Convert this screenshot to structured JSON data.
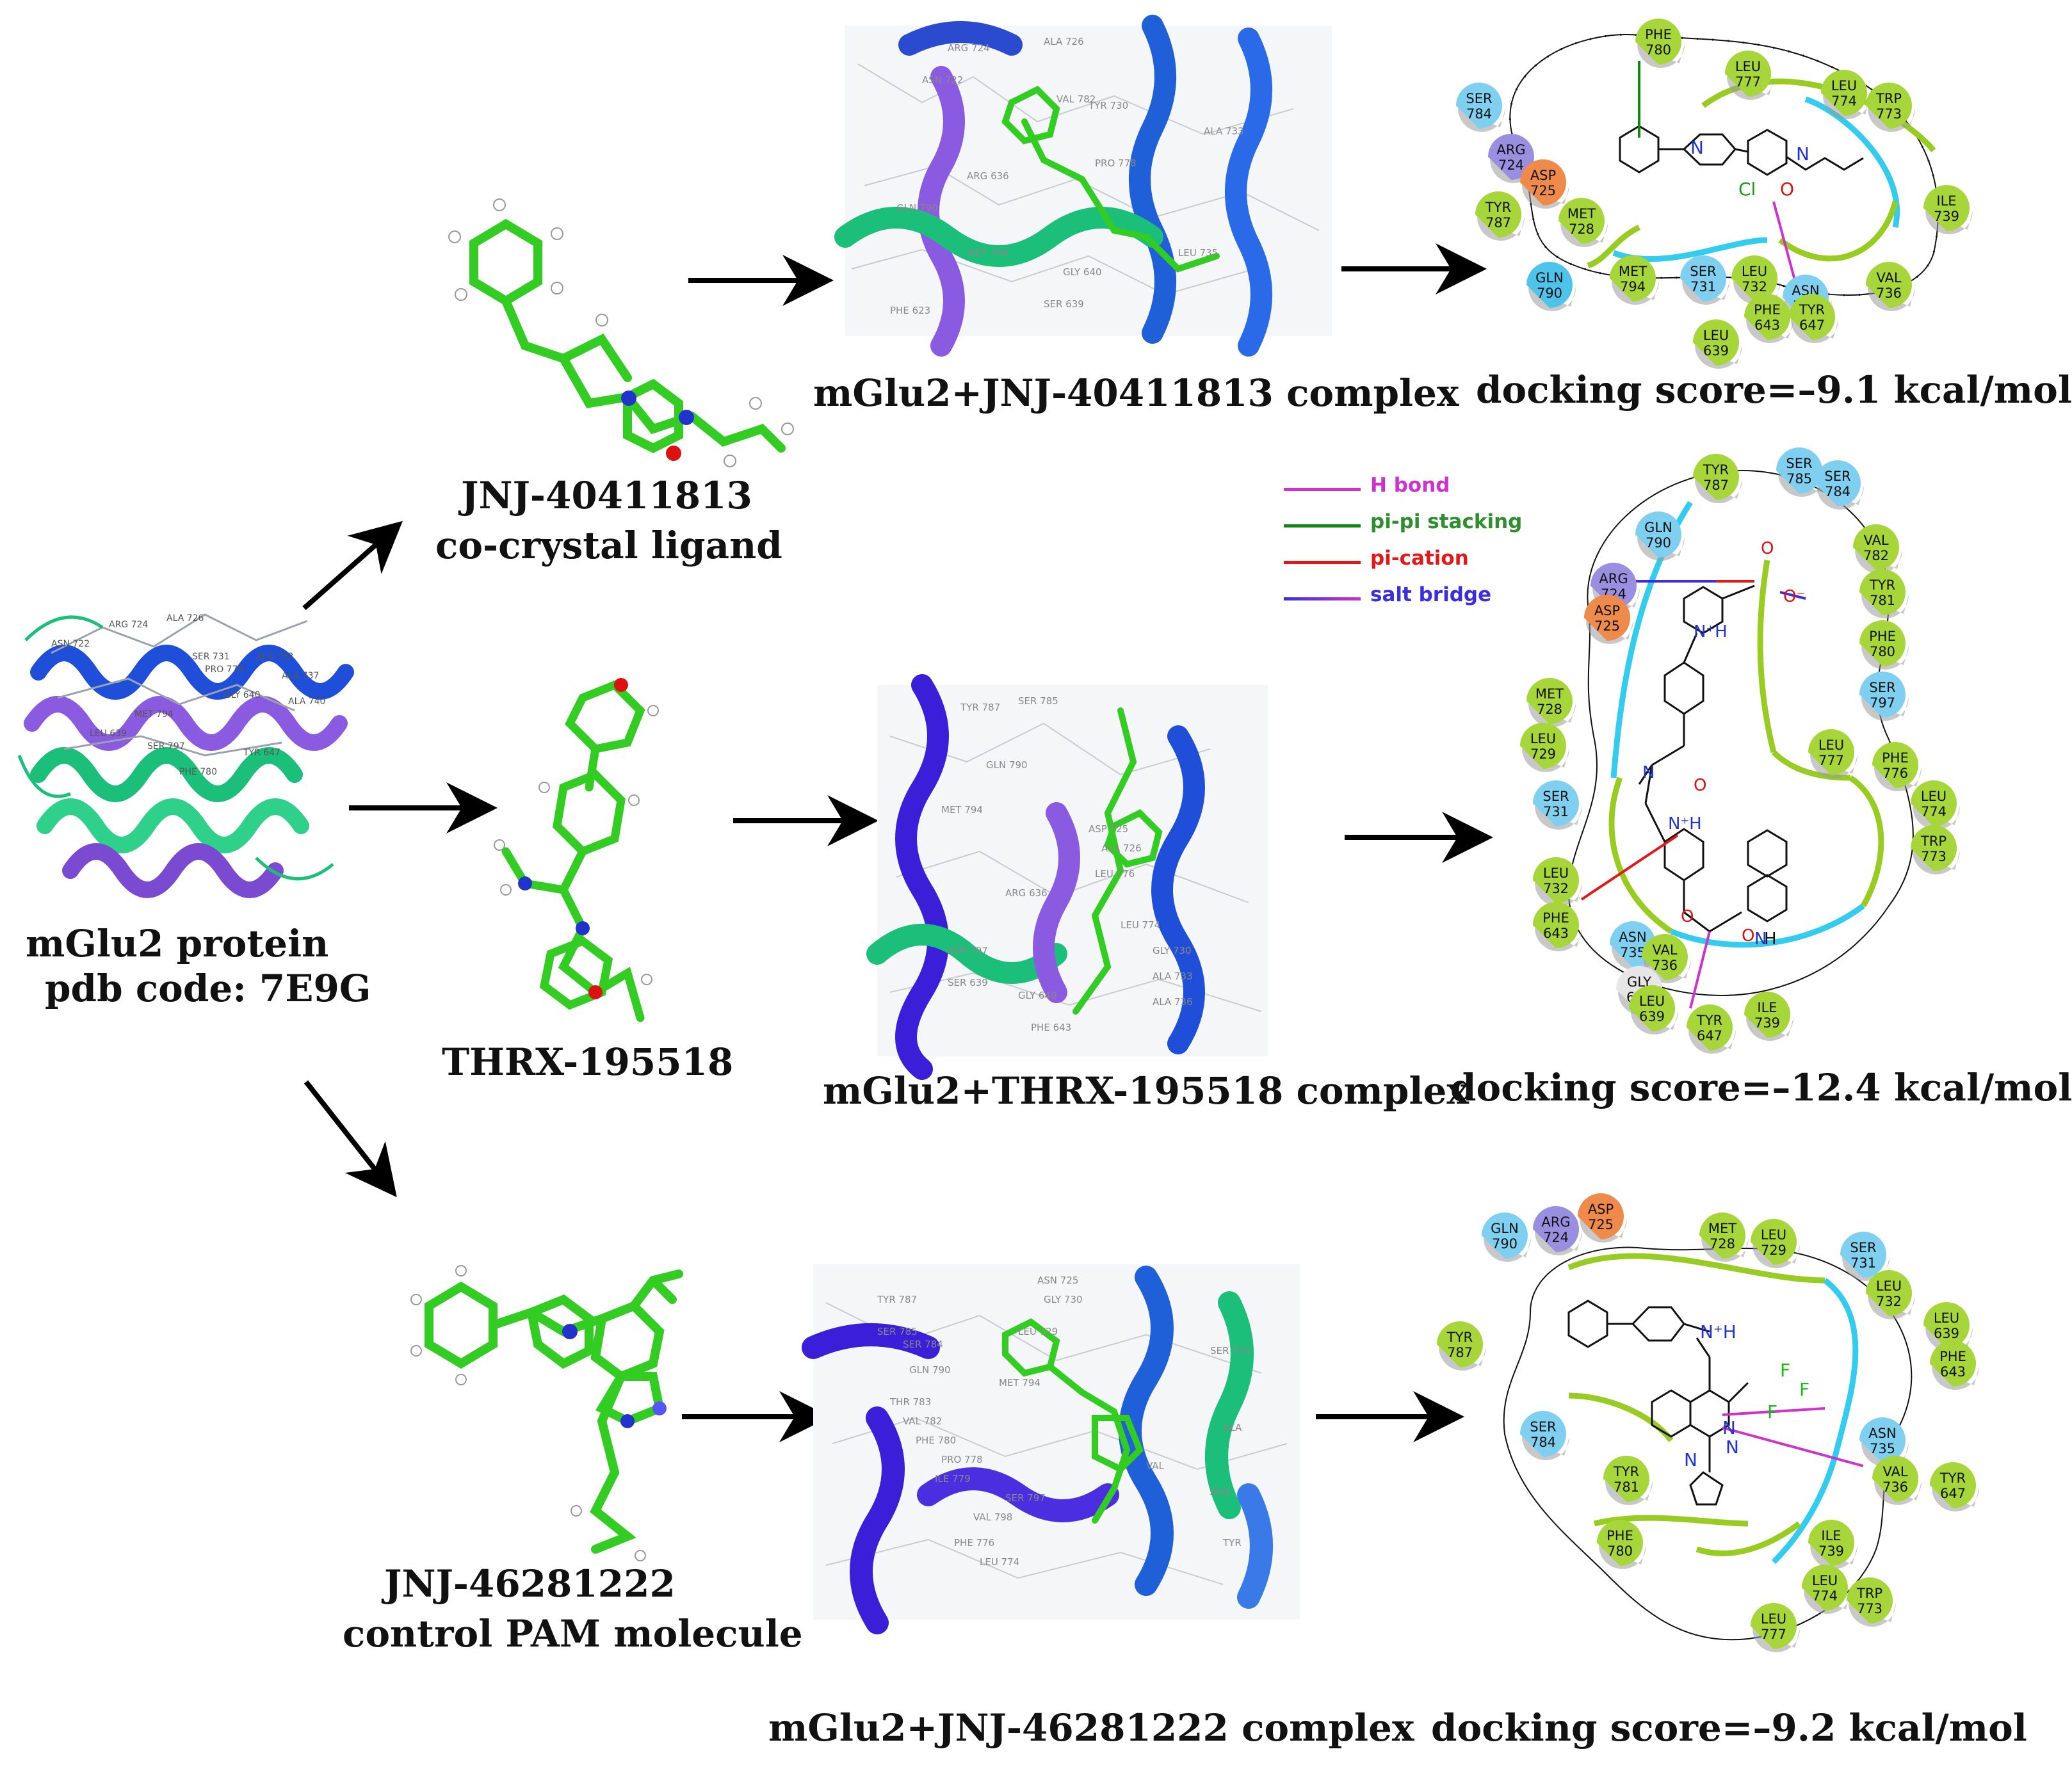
{
  "protein": {
    "caption_line1": "mGlu2 protein",
    "caption_line2": "pdb code: 7E9G",
    "residue_labels": [
      "ARG 724",
      "ASN 722",
      "ALA 726",
      "ALA 733",
      "SER 731",
      "PRO 778",
      "ALA 737",
      "ALA 740",
      "GLY 640",
      "MET 794",
      "LEU 639",
      "SER 797",
      "TYR 647",
      "PHE 780"
    ]
  },
  "ligands": [
    {
      "id": "jnj40411813",
      "name": "JNJ-40411813",
      "subtitle": "co-crystal ligand"
    },
    {
      "id": "thrx195518",
      "name": "THRX-195518",
      "subtitle": ""
    },
    {
      "id": "jnj46281222",
      "name": "JNJ-46281222",
      "subtitle": "control PAM molecule"
    }
  ],
  "complexes": [
    {
      "caption": "mGlu2+JNJ-40411813 complex",
      "residue_labels": [
        "ARG 724",
        "ALA 726",
        "ASN 722",
        "VAL 782",
        "TYR 730",
        "PRO 778",
        "ALA 733",
        "GLN 790",
        "ARG 636",
        "MET 794",
        "GLY 640",
        "LEU 735",
        "SER 639",
        "PHE 623"
      ]
    },
    {
      "caption": "mGlu2+THRX-195518 complex",
      "residue_labels": [
        "SER 785",
        "TYR 787",
        "GLN 790",
        "ASP 725",
        "ALA 726",
        "MET 794",
        "LEU 776",
        "ARG 636",
        "LEU 774",
        "SER 797",
        "GLY 730",
        "ALA 733",
        "SER 639",
        "GLY 640",
        "ALA 736",
        "PHE 643"
      ]
    },
    {
      "caption": "mGlu2+JNJ-46281222 complex",
      "residue_labels": [
        "ASN 725",
        "TYR 787",
        "GLY 730",
        "SER 785",
        "LEU 729",
        "SER 784",
        "SER 731",
        "GLN 790",
        "THR 783",
        "MET 794",
        "VAL 782",
        "PHE 780",
        "PRO 778",
        "ILE 779",
        "SER 797",
        "VAL 798",
        "PHE 776",
        "LEU 774",
        "ALA",
        "VAL",
        "ASN",
        "TYR"
      ]
    }
  ],
  "interaction_maps": [
    {
      "docking_score": "docking score=–9.1 kcal/mol",
      "residues": [
        {
          "name": "PHE",
          "num": "780",
          "color": "#a6d63a"
        },
        {
          "name": "LEU",
          "num": "777",
          "color": "#a6d63a"
        },
        {
          "name": "LEU",
          "num": "774",
          "color": "#a6d63a"
        },
        {
          "name": "TRP",
          "num": "773",
          "color": "#a6d63a"
        },
        {
          "name": "SER",
          "num": "784",
          "color": "#7fd0f0"
        },
        {
          "name": "ARG",
          "num": "724",
          "color": "#9a8ee0"
        },
        {
          "name": "ASP",
          "num": "725",
          "color": "#f08a4b"
        },
        {
          "name": "TYR",
          "num": "787",
          "color": "#a6d63a"
        },
        {
          "name": "MET",
          "num": "728",
          "color": "#a6d63a"
        },
        {
          "name": "GLN",
          "num": "790",
          "color": "#4fc4ea"
        },
        {
          "name": "MET",
          "num": "794",
          "color": "#a6d63a"
        },
        {
          "name": "SER",
          "num": "731",
          "color": "#7fd0f0"
        },
        {
          "name": "LEU",
          "num": "732",
          "color": "#a6d63a"
        },
        {
          "name": "ASN",
          "num": "735",
          "color": "#7fd0f0"
        },
        {
          "name": "VAL",
          "num": "736",
          "color": "#a6d63a"
        },
        {
          "name": "ILE",
          "num": "739",
          "color": "#a6d63a"
        },
        {
          "name": "PHE",
          "num": "643",
          "color": "#a6d63a"
        },
        {
          "name": "TYR",
          "num": "647",
          "color": "#a6d63a"
        },
        {
          "name": "LEU",
          "num": "639",
          "color": "#a6d63a"
        }
      ],
      "atom_labels": [
        "N",
        "N",
        "Cl",
        "O"
      ]
    },
    {
      "docking_score": "docking score=–12.4 kcal/mol",
      "residues": [
        {
          "name": "TYR",
          "num": "787",
          "color": "#a6d63a"
        },
        {
          "name": "SER",
          "num": "785",
          "color": "#7fd0f0"
        },
        {
          "name": "SER",
          "num": "784",
          "color": "#7fd0f0"
        },
        {
          "name": "GLN",
          "num": "790",
          "color": "#7fd0f0"
        },
        {
          "name": "VAL",
          "num": "782",
          "color": "#a6d63a"
        },
        {
          "name": "ARG",
          "num": "724",
          "color": "#9a8ee0"
        },
        {
          "name": "TYR",
          "num": "781",
          "color": "#a6d63a"
        },
        {
          "name": "ASP",
          "num": "725",
          "color": "#f08a4b"
        },
        {
          "name": "PHE",
          "num": "780",
          "color": "#a6d63a"
        },
        {
          "name": "MET",
          "num": "728",
          "color": "#a6d63a"
        },
        {
          "name": "SER",
          "num": "797",
          "color": "#7fd0f0"
        },
        {
          "name": "LEU",
          "num": "729",
          "color": "#a6d63a"
        },
        {
          "name": "LEU",
          "num": "777",
          "color": "#a6d63a"
        },
        {
          "name": "PHE",
          "num": "776",
          "color": "#a6d63a"
        },
        {
          "name": "LEU",
          "num": "774",
          "color": "#a6d63a"
        },
        {
          "name": "SER",
          "num": "731",
          "color": "#7fd0f0"
        },
        {
          "name": "TRP",
          "num": "773",
          "color": "#a6d63a"
        },
        {
          "name": "LEU",
          "num": "732",
          "color": "#a6d63a"
        },
        {
          "name": "PHE",
          "num": "643",
          "color": "#a6d63a"
        },
        {
          "name": "ASN",
          "num": "735",
          "color": "#7fd0f0"
        },
        {
          "name": "VAL",
          "num": "736",
          "color": "#a6d63a"
        },
        {
          "name": "GLY",
          "num": "640",
          "color": "#e6e6e6"
        },
        {
          "name": "LEU",
          "num": "639",
          "color": "#a6d63a"
        },
        {
          "name": "TYR",
          "num": "647",
          "color": "#a6d63a"
        },
        {
          "name": "ILE",
          "num": "739",
          "color": "#a6d63a"
        }
      ],
      "atom_labels": [
        "O",
        "O⁻",
        "N⁺H",
        "N",
        "O",
        "N⁺H",
        "O",
        "O",
        "N",
        "H"
      ]
    },
    {
      "docking_score": "docking score=–9.2 kcal/mol",
      "residues": [
        {
          "name": "ARG",
          "num": "724",
          "color": "#9a8ee0"
        },
        {
          "name": "ASP",
          "num": "725",
          "color": "#f08a4b"
        },
        {
          "name": "GLN",
          "num": "790",
          "color": "#7fd0f0"
        },
        {
          "name": "MET",
          "num": "728",
          "color": "#a6d63a"
        },
        {
          "name": "LEU",
          "num": "729",
          "color": "#a6d63a"
        },
        {
          "name": "SER",
          "num": "731",
          "color": "#7fd0f0"
        },
        {
          "name": "LEU",
          "num": "732",
          "color": "#a6d63a"
        },
        {
          "name": "TYR",
          "num": "787",
          "color": "#a6d63a"
        },
        {
          "name": "LEU",
          "num": "639",
          "color": "#a6d63a"
        },
        {
          "name": "PHE",
          "num": "643",
          "color": "#a6d63a"
        },
        {
          "name": "SER",
          "num": "784",
          "color": "#7fd0f0"
        },
        {
          "name": "ASN",
          "num": "735",
          "color": "#7fd0f0"
        },
        {
          "name": "VAL",
          "num": "736",
          "color": "#a6d63a"
        },
        {
          "name": "TYR",
          "num": "781",
          "color": "#a6d63a"
        },
        {
          "name": "TYR",
          "num": "647",
          "color": "#a6d63a"
        },
        {
          "name": "PHE",
          "num": "780",
          "color": "#a6d63a"
        },
        {
          "name": "ILE",
          "num": "739",
          "color": "#a6d63a"
        },
        {
          "name": "LEU",
          "num": "774",
          "color": "#a6d63a"
        },
        {
          "name": "TRP",
          "num": "773",
          "color": "#a6d63a"
        },
        {
          "name": "LEU",
          "num": "777",
          "color": "#a6d63a"
        }
      ],
      "atom_labels": [
        "N⁺H",
        "F",
        "F",
        "F",
        "N",
        "N",
        "N"
      ]
    }
  ],
  "legend": [
    {
      "label": "H bond",
      "color": "#cc33cc",
      "text_color": "#cc33cc"
    },
    {
      "label": "pi-pi stacking",
      "color": "#118811",
      "text_color": "#2f8f2f"
    },
    {
      "label": "pi-cation",
      "color": "#e01818",
      "text_color": "#e01818"
    },
    {
      "label": "salt bridge",
      "color": "#3a2ee0",
      "text_color": "#3a2ee0"
    }
  ],
  "colors": {
    "ligand_carbon": "#33cc22",
    "helix_blue": "#1f4fd8",
    "helix_green": "#1bbf7a",
    "helix_purple": "#8a5ae0",
    "pocket_green": "#99cc22",
    "pocket_cyan": "#33ccee"
  }
}
